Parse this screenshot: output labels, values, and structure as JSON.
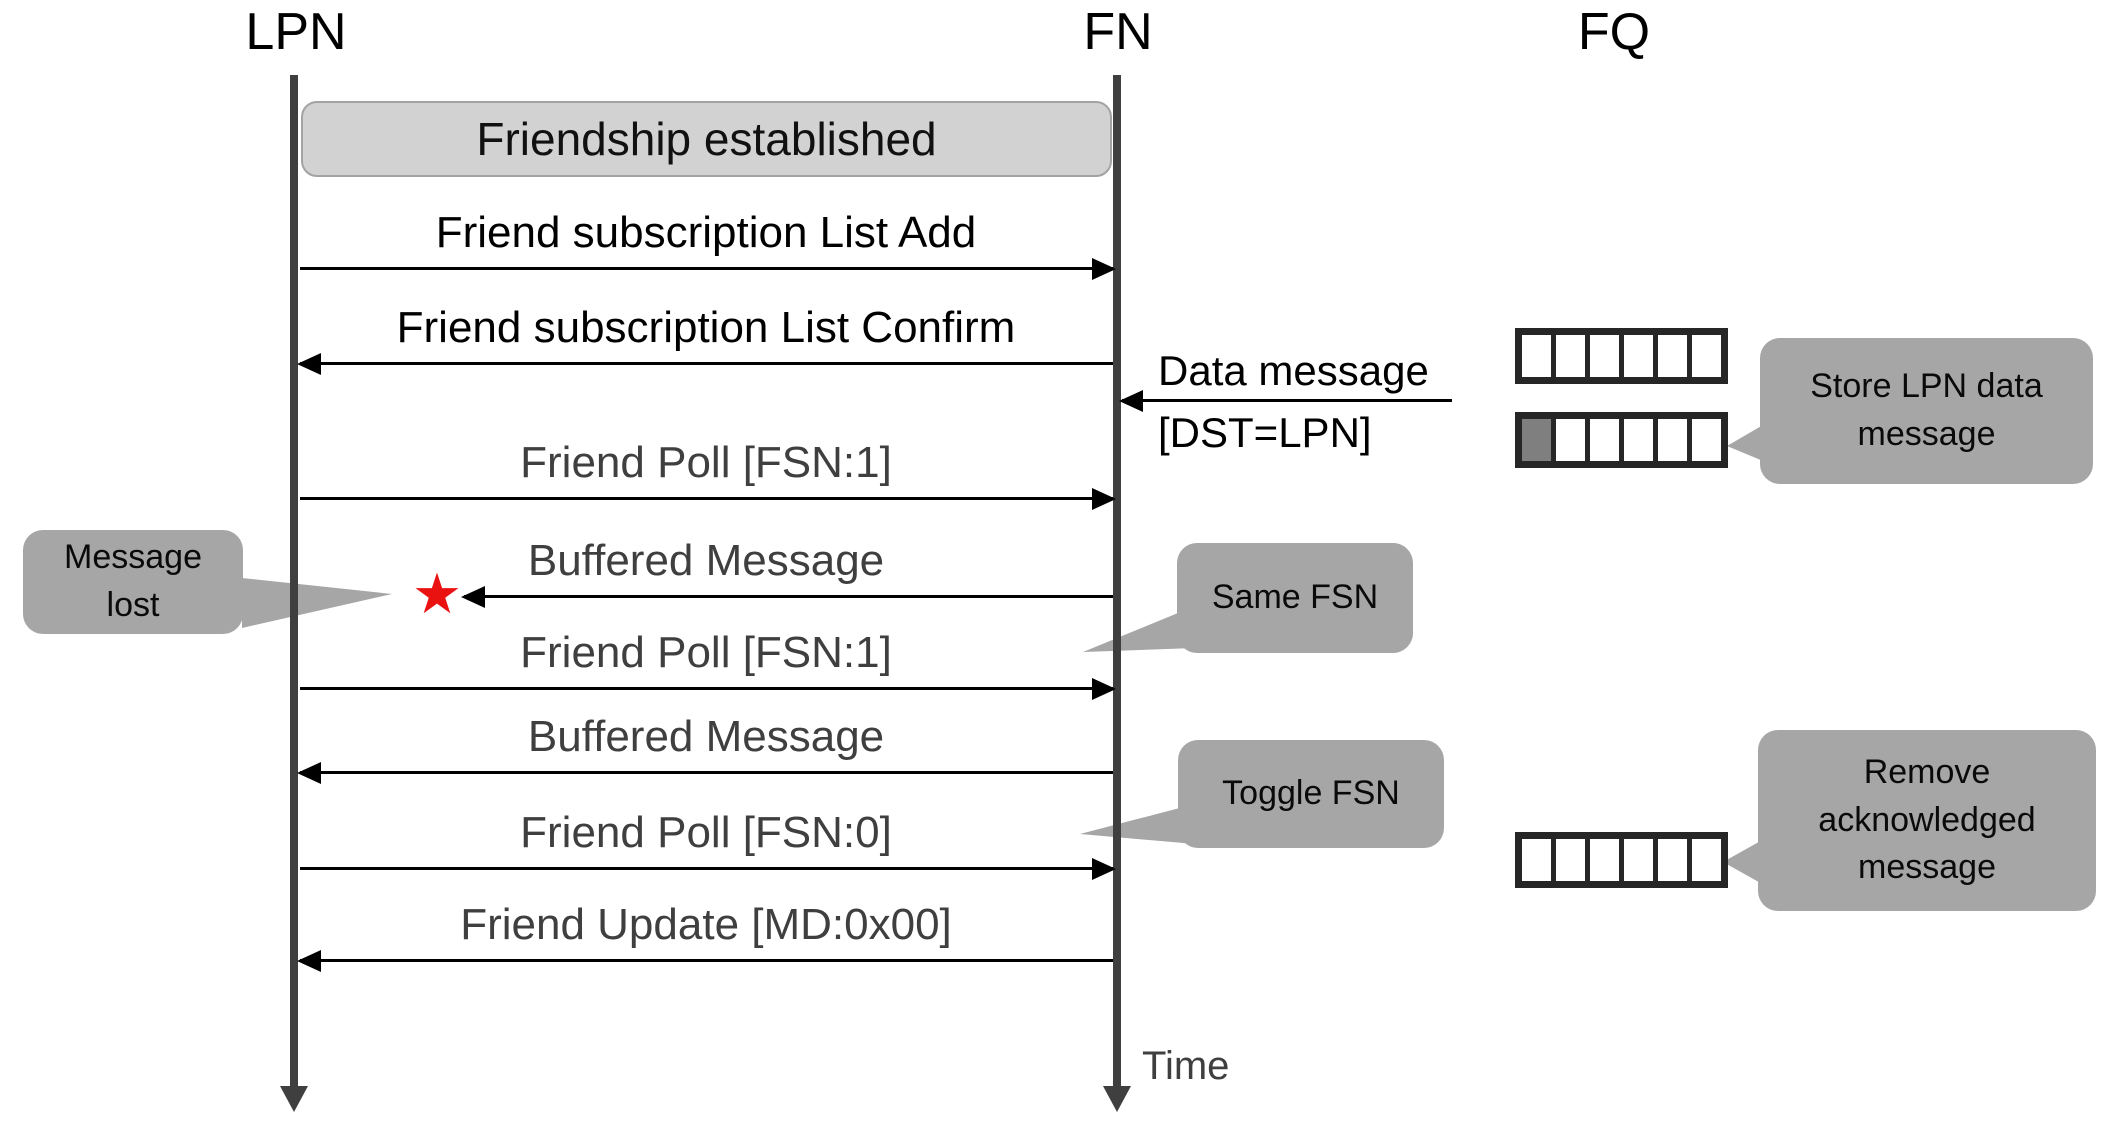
{
  "lifelines": {
    "lpn": "LPN",
    "fn": "FN",
    "fq": "FQ"
  },
  "banner": "Friendship established",
  "messages": [
    {
      "label": "Friend subscription List Add",
      "from": "LPN",
      "to": "FN"
    },
    {
      "label": "Friend subscription List Confirm",
      "from": "FN",
      "to": "LPN"
    },
    {
      "label": "Friend Poll [FSN:1]",
      "from": "LPN",
      "to": "FN"
    },
    {
      "label": "Buffered Message",
      "from": "FN",
      "to": "LPN",
      "status": "lost"
    },
    {
      "label": "Friend Poll [FSN:1]",
      "from": "LPN",
      "to": "FN"
    },
    {
      "label": "Buffered Message",
      "from": "FN",
      "to": "LPN"
    },
    {
      "label": "Friend Poll [FSN:0]",
      "from": "LPN",
      "to": "FN"
    },
    {
      "label": "Friend Update [MD:0x00]",
      "from": "FN",
      "to": "LPN"
    }
  ],
  "incoming": {
    "label": "Data message",
    "sublabel": "[DST=LPN]",
    "to": "FN"
  },
  "callouts": {
    "message_lost": "Message lost",
    "same_fsn": "Same FSN",
    "toggle_fsn": "Toggle FSN",
    "store": "Store LPN data message",
    "remove": "Remove acknowledged message"
  },
  "queues": [
    {
      "name": "friend-queue-initial",
      "cells": 6,
      "filled_cells": 0
    },
    {
      "name": "friend-queue-after-store",
      "cells": 6,
      "filled_cells": 1
    },
    {
      "name": "friend-queue-after-remove",
      "cells": 6,
      "filled_cells": 0
    }
  ],
  "marker": {
    "lost_star": "★"
  },
  "time_label": "Time",
  "colors": {
    "callout_fill": "#a6a6a6",
    "banner_fill": "#d2d2d2",
    "banner_border": "#a3a3a3",
    "lifeline": "#3f3f3f",
    "arrow": "#000000",
    "label_primary": "#000000",
    "label_secondary": "#3f3f3f",
    "queue_border": "#262626",
    "queue_filled_cell": "#7f7f7f",
    "lost_star": "#ea1111",
    "background": "#ffffff"
  }
}
